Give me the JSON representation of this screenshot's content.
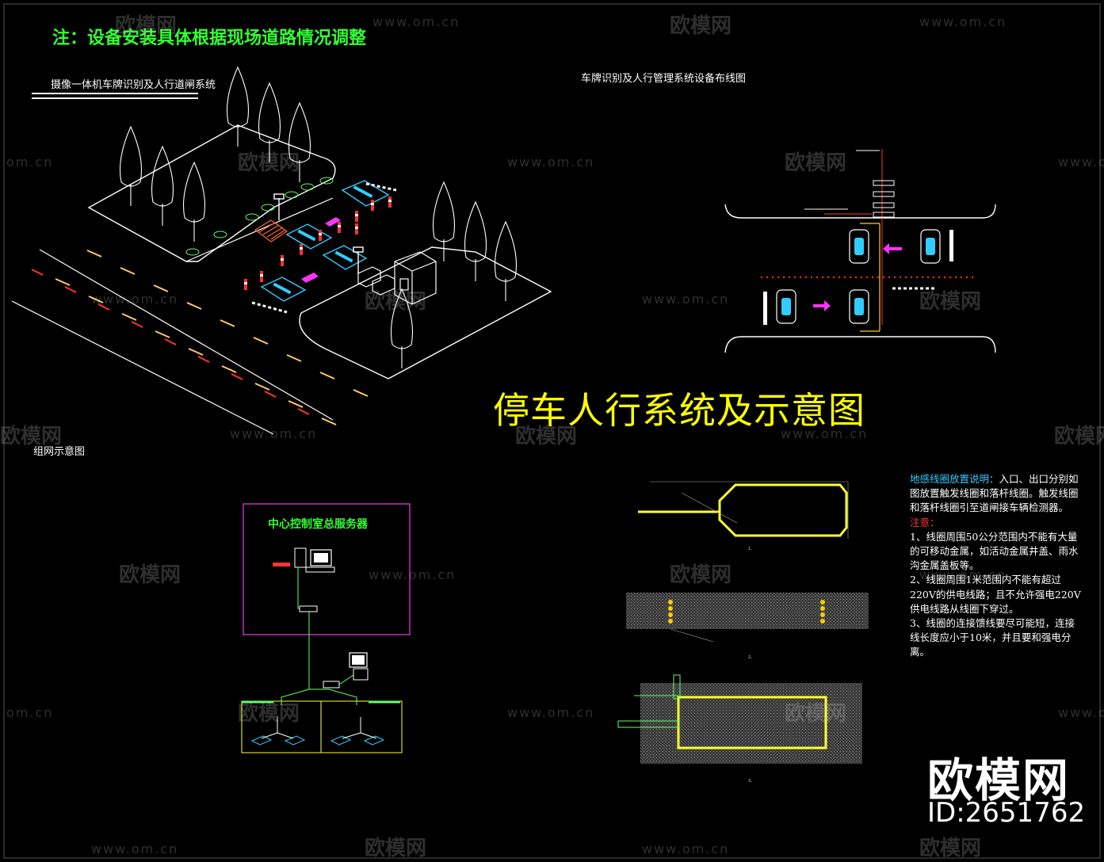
{
  "note": "注：设备安装具体根据现场道路情况调整",
  "iso_title": "摄像一体机车牌识别及人行道闸系统",
  "wiring_title": "车牌识别及人行管理系统设备布线图",
  "main_title": "停车人行系统及示意图",
  "network_title": "组网示意图",
  "server_title": "中心控制室总服务器",
  "instructions": {
    "heading": "地感线圈放置说明：",
    "body": "入口、出口分别如图放置触发线圈和落杆线圈。触发线圈和落杆线圈引至道闸接车辆检测器。",
    "warning_heading": "注意：",
    "items": [
      "1、线圈周围50公分范围内不能有大量的可移动金属，如活动金属井盖、雨水沟金属盖板等。",
      "2、线圈周围1米范围内不能有超过220V的供电线路；且不允许强电220V供电线路从线圈下穿过。",
      "3、线圈的连接馈线要尽可能短，连接线长度应小于10米，并且要和强电分离。"
    ]
  },
  "loop_small_labels": {
    "plan": "1、",
    "section": "2、",
    "top": "3、"
  },
  "brand": {
    "name": "欧模网",
    "id": "ID:2651762"
  },
  "watermark": {
    "logo": "欧模网",
    "url": "www.om.cn",
    "url_short": "om.cn"
  },
  "colors": {
    "background": "#000000",
    "note_green": "#33ff33",
    "title_yellow": "#ffff00",
    "server_box": "#cc33cc",
    "loop_yellow": "#ffff00",
    "instr_heading": "#33ccff",
    "warning_red": "#ff3333"
  }
}
